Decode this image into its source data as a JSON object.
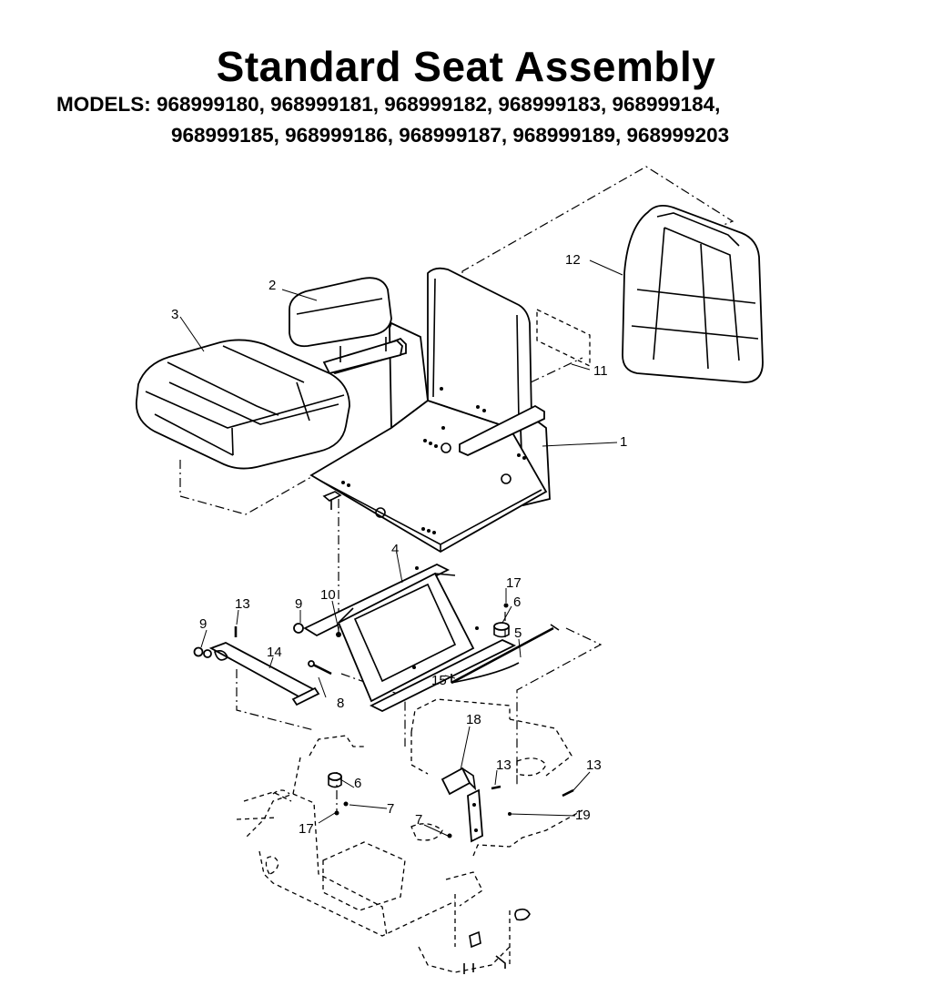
{
  "title": "Standard Seat Assembly",
  "models_line_1": "MODELS: 968999180, 968999181, 968999182, 968999183, 968999184,",
  "models_line_2": "968999185, 968999186, 968999187, 968999189, 968999203",
  "callouts": {
    "c1": "1",
    "c2": "2",
    "c3": "3",
    "c4": "4",
    "c5": "5",
    "c6a": "6",
    "c6b": "6",
    "c7a": "7",
    "c7b": "7",
    "c8": "8",
    "c9a": "9",
    "c9b": "9",
    "c10": "10",
    "c11": "11",
    "c12": "12",
    "c13a": "13",
    "c13b": "13",
    "c13c": "13",
    "c14": "14",
    "c15": "15",
    "c17a": "17",
    "c17b": "17",
    "c18": "18",
    "c19": "19"
  }
}
